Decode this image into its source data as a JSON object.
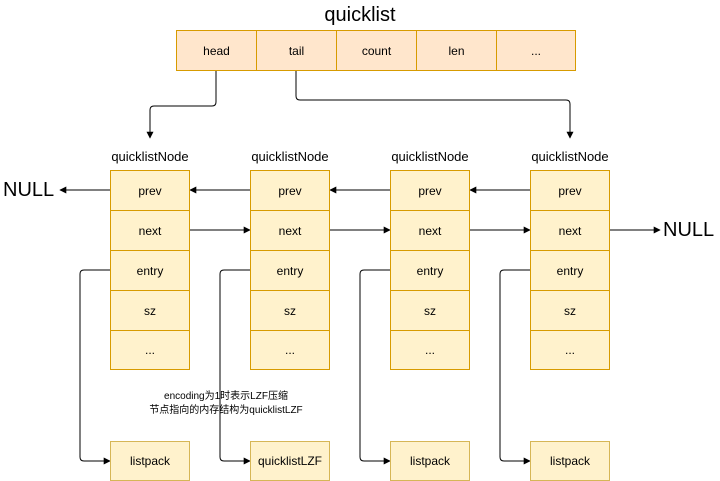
{
  "title": "quicklist",
  "header_fields": [
    "head",
    "tail",
    "count",
    "len",
    "..."
  ],
  "node_title": "quicklistNode",
  "node_fields": [
    "prev",
    "next",
    "entry",
    "sz",
    "..."
  ],
  "null_label": "NULL",
  "entry_targets": [
    "listpack",
    "quicklistLZF",
    "listpack",
    "listpack"
  ],
  "note": {
    "line1": "encoding为1时表示LZF压缩",
    "line2": "节点指向的内存结构为quicklistLZF"
  },
  "colors": {
    "header_fill": "#ffe6cc",
    "header_stroke": "#d79b00",
    "node_fill": "#fff2cc",
    "node_stroke": "#d79b00",
    "line": "#000000"
  }
}
